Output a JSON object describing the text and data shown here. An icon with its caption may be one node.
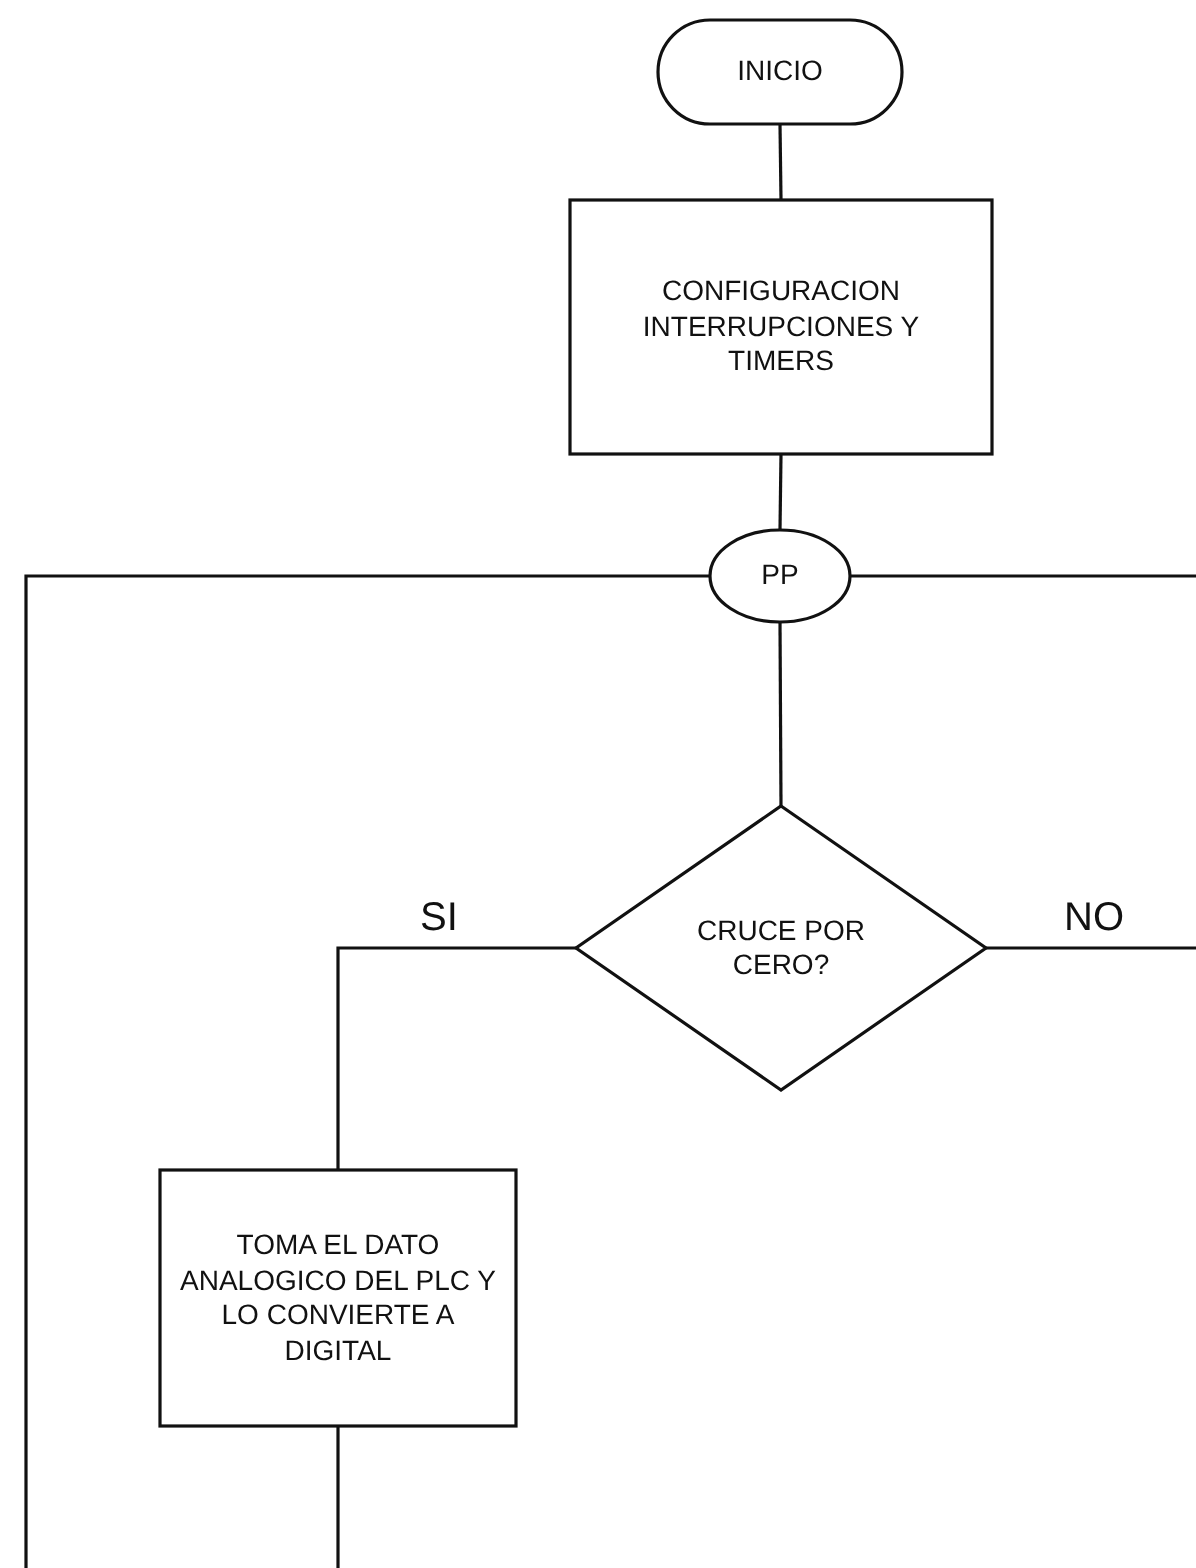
{
  "diagram": {
    "nodes": [
      {
        "text": [
          "INICIO"
        ]
      },
      {
        "text": [
          "CONFIGURACION INTERRUPCIONES Y TIMERS"
        ]
      },
      {
        "text": [
          "PP"
        ]
      },
      {
        "text": [
          "CRUCE POR CERO?"
        ]
      },
      {
        "text": [
          "TOMA EL DATO ANALOGICO DEL PLC Y LO CONVIERTE A DIGITAL"
        ]
      }
    ],
    "edges": [
      {
        "from": 0,
        "to": 1,
        "arrow": "none"
      },
      {
        "from": 1,
        "to": 2,
        "arrow": "none"
      },
      {
        "from": null,
        "to": 2,
        "arrow": "none"
      },
      {
        "from": null,
        "to": 2,
        "arrow": "none"
      },
      {
        "from": 2,
        "to": 3,
        "arrow": "none"
      },
      {
        "from": 3,
        "to": 4,
        "label": "SI",
        "arrow": "none"
      },
      {
        "from": 3,
        "to": null,
        "label": "NO",
        "arrow": "none"
      },
      {
        "from": 4,
        "to": null,
        "arrow": "none"
      }
    ]
  }
}
